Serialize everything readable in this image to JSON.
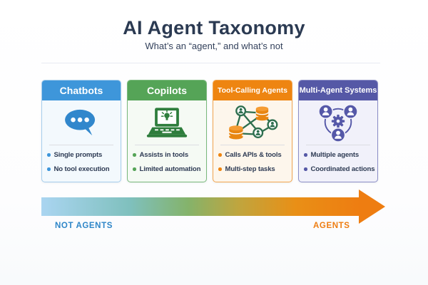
{
  "header": {
    "title": "AI Agent Taxonomy",
    "subtitle": "What’s an “agent,” and what’s not",
    "title_color": "#2b3a52"
  },
  "cards": [
    {
      "title": "Chatbots",
      "icon": "chat-bubble-icon",
      "accent": "#3e96da",
      "border_color": "#a5cdec",
      "bg_color": "#f3f9fd",
      "bullets": [
        "Single prompts",
        "No tool execution"
      ]
    },
    {
      "title": "Copilots",
      "icon": "laptop-lightbulb-icon",
      "accent": "#55a457",
      "border_color": "#79b97b",
      "bg_color": "#f5faf4",
      "bullets": [
        "Assists in tools",
        "Limited automation"
      ]
    },
    {
      "title": "Tool-Calling Agents",
      "icon": "network-tools-icon",
      "accent": "#ee8511",
      "border_color": "#f2a54e",
      "bg_color": "#fdf6ec",
      "bullets": [
        "Calls APIs & tools",
        "Multi-step tasks"
      ]
    },
    {
      "title": "Multi-Agent Systems",
      "icon": "agents-gear-icon",
      "accent": "#5558a6",
      "border_color": "#8b8dc6",
      "bg_color": "#f1f1fa",
      "bullets": [
        "Multiple agents",
        "Coordinated actions"
      ]
    }
  ],
  "axis": {
    "left_label": "NOT AGENTS",
    "right_label": "AGENTS",
    "left_color": "#2e86c8",
    "right_color": "#ee7d11",
    "gradient": [
      "#aad5f1",
      "#7fc0bd",
      "#84b36b",
      "#c0a53e",
      "#e98f16",
      "#ee7d11"
    ]
  }
}
